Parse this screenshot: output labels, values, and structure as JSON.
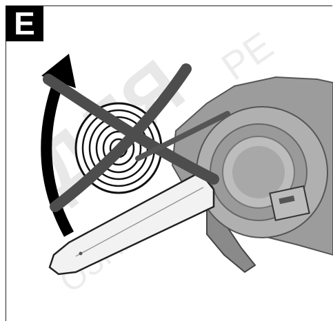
{
  "step_label": "E",
  "watermark": "ДЛЯ ОЗНАКОМЛЕНИЯ",
  "colors": {
    "label_background": "#000000",
    "label_text": "#ffffff",
    "housing_gray": "#a0a0a0",
    "blade_light": "#f0f0f0",
    "cross_mark": "#555555"
  },
  "illustration": {
    "subject": "chainsaw cutting log, crossed out (prohibited)",
    "arc_arrow_icon": "curved-arrow-up",
    "prohibition_icon": "cross-mark"
  }
}
